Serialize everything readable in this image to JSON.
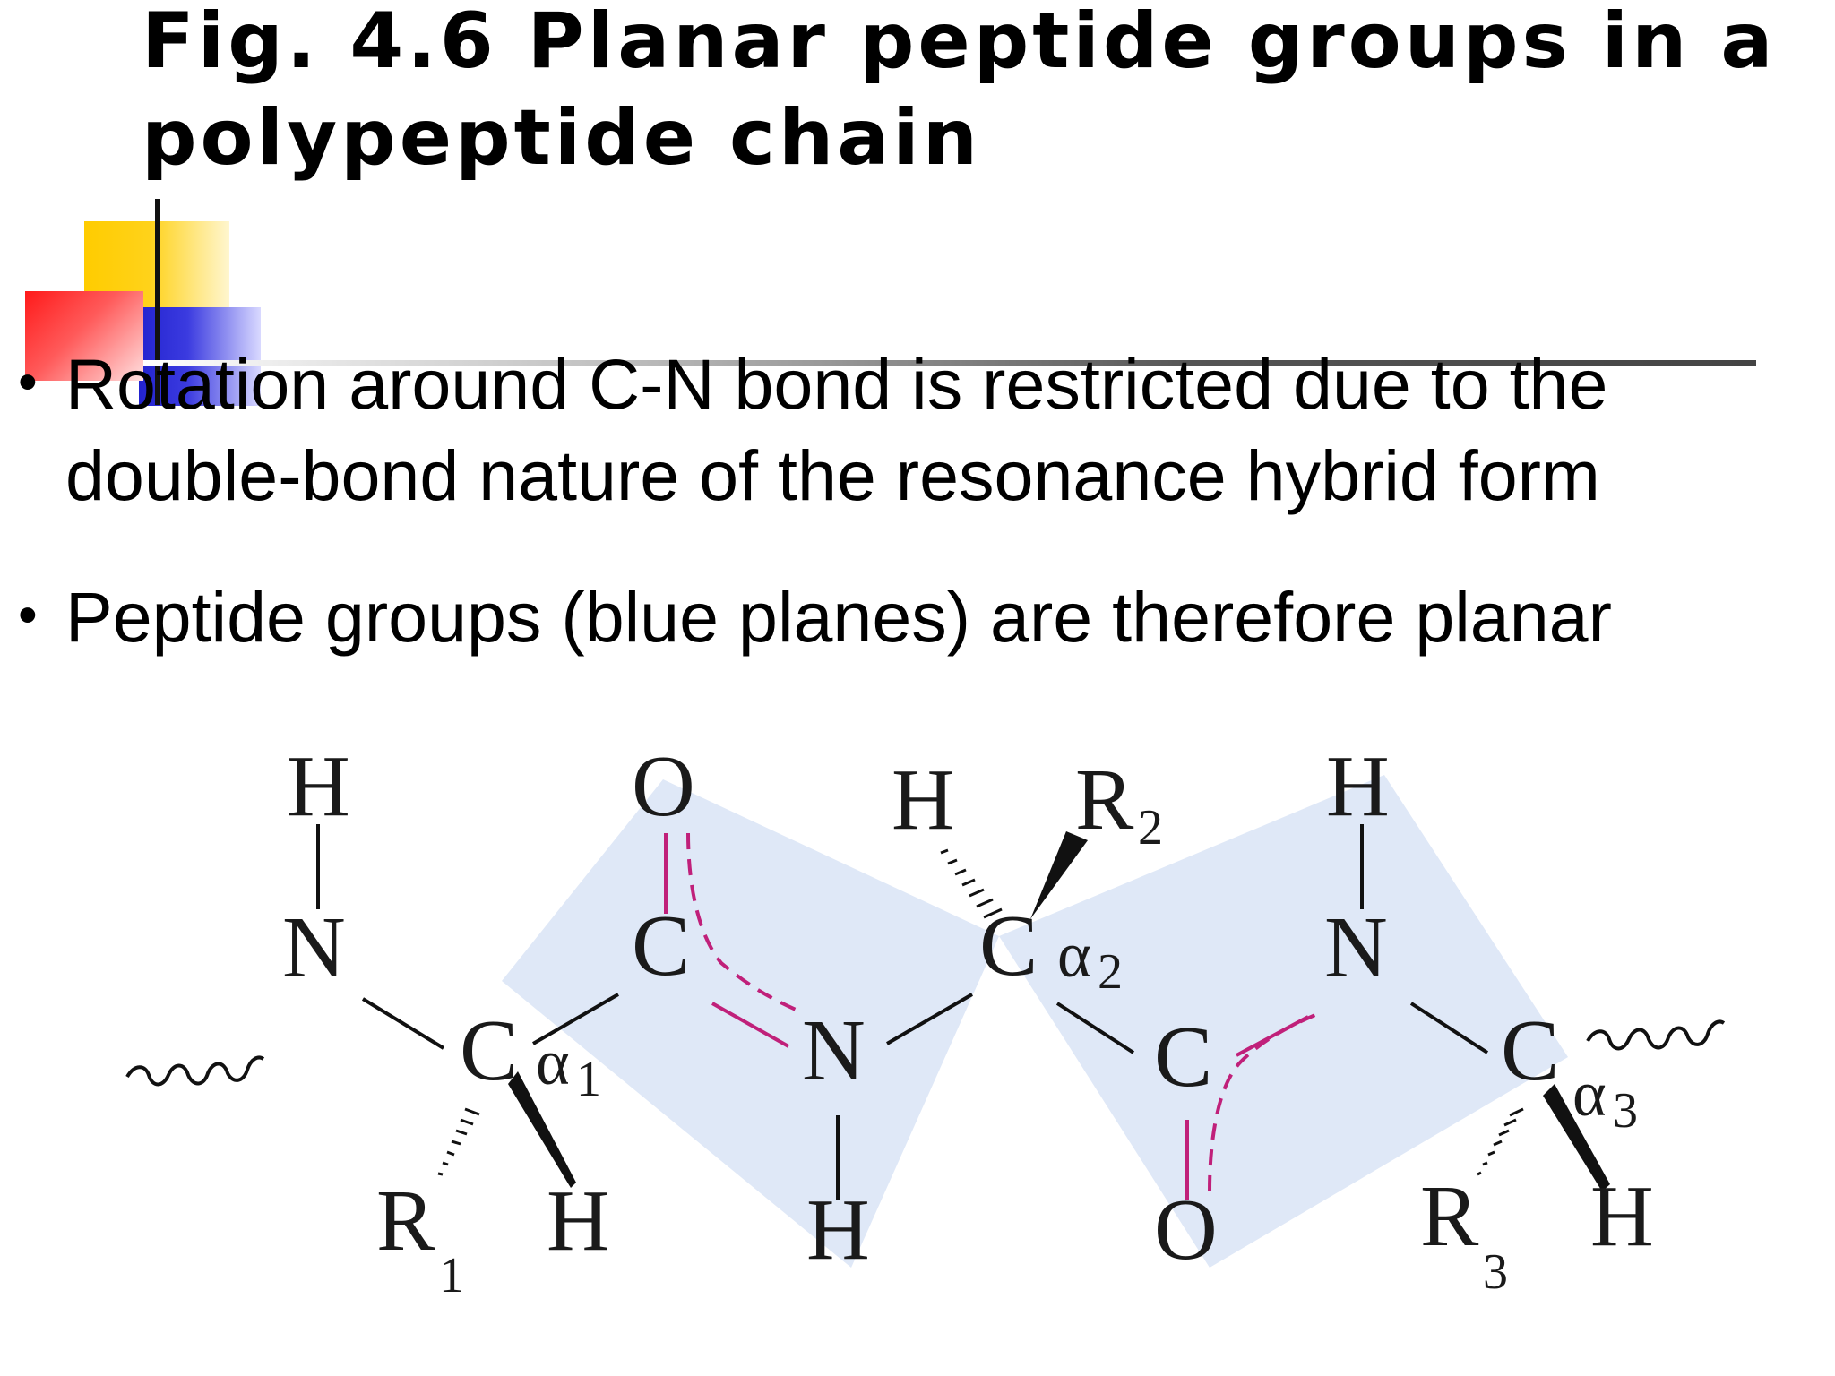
{
  "slide": {
    "title_lines": [
      "Fig. 4.6  Planar peptide groups in a",
      "polypeptide chain"
    ],
    "bullets": [
      "Rotation around C-N bond is restricted due to the double-bond nature of the resonance hybrid form",
      "Peptide groups (blue planes) are therefore planar"
    ],
    "bullet_glyph": "•"
  },
  "colors": {
    "plane_fill": "#dfe8f7",
    "double_bond": "#c0207a",
    "bond": "#111111",
    "deco_yellow": "#ffcc00",
    "deco_red": "#ff1a1a",
    "deco_blue": "#2a2ad0"
  },
  "diagram": {
    "atoms": {
      "h_n1": "H",
      "n1": "N",
      "c_alpha1": "C",
      "r1": "R",
      "h_alpha1": "H",
      "o1": "O",
      "c1": "C",
      "n2": "N",
      "h_n2": "H",
      "h_alpha2": "H",
      "r2": "R",
      "c_alpha2": "C",
      "c2": "C",
      "o2": "O",
      "h_n3": "H",
      "n3": "N",
      "c_alpha3": "C",
      "r3": "R",
      "h_alpha3": "H"
    },
    "labels": {
      "alpha1_greek": "α",
      "alpha1_sub": "1",
      "alpha2_greek": "α",
      "alpha2_sub": "2",
      "alpha3_greek": "α",
      "alpha3_sub": "3",
      "r1_sub": "1",
      "r2_sub": "2",
      "r3_sub": "3"
    }
  }
}
